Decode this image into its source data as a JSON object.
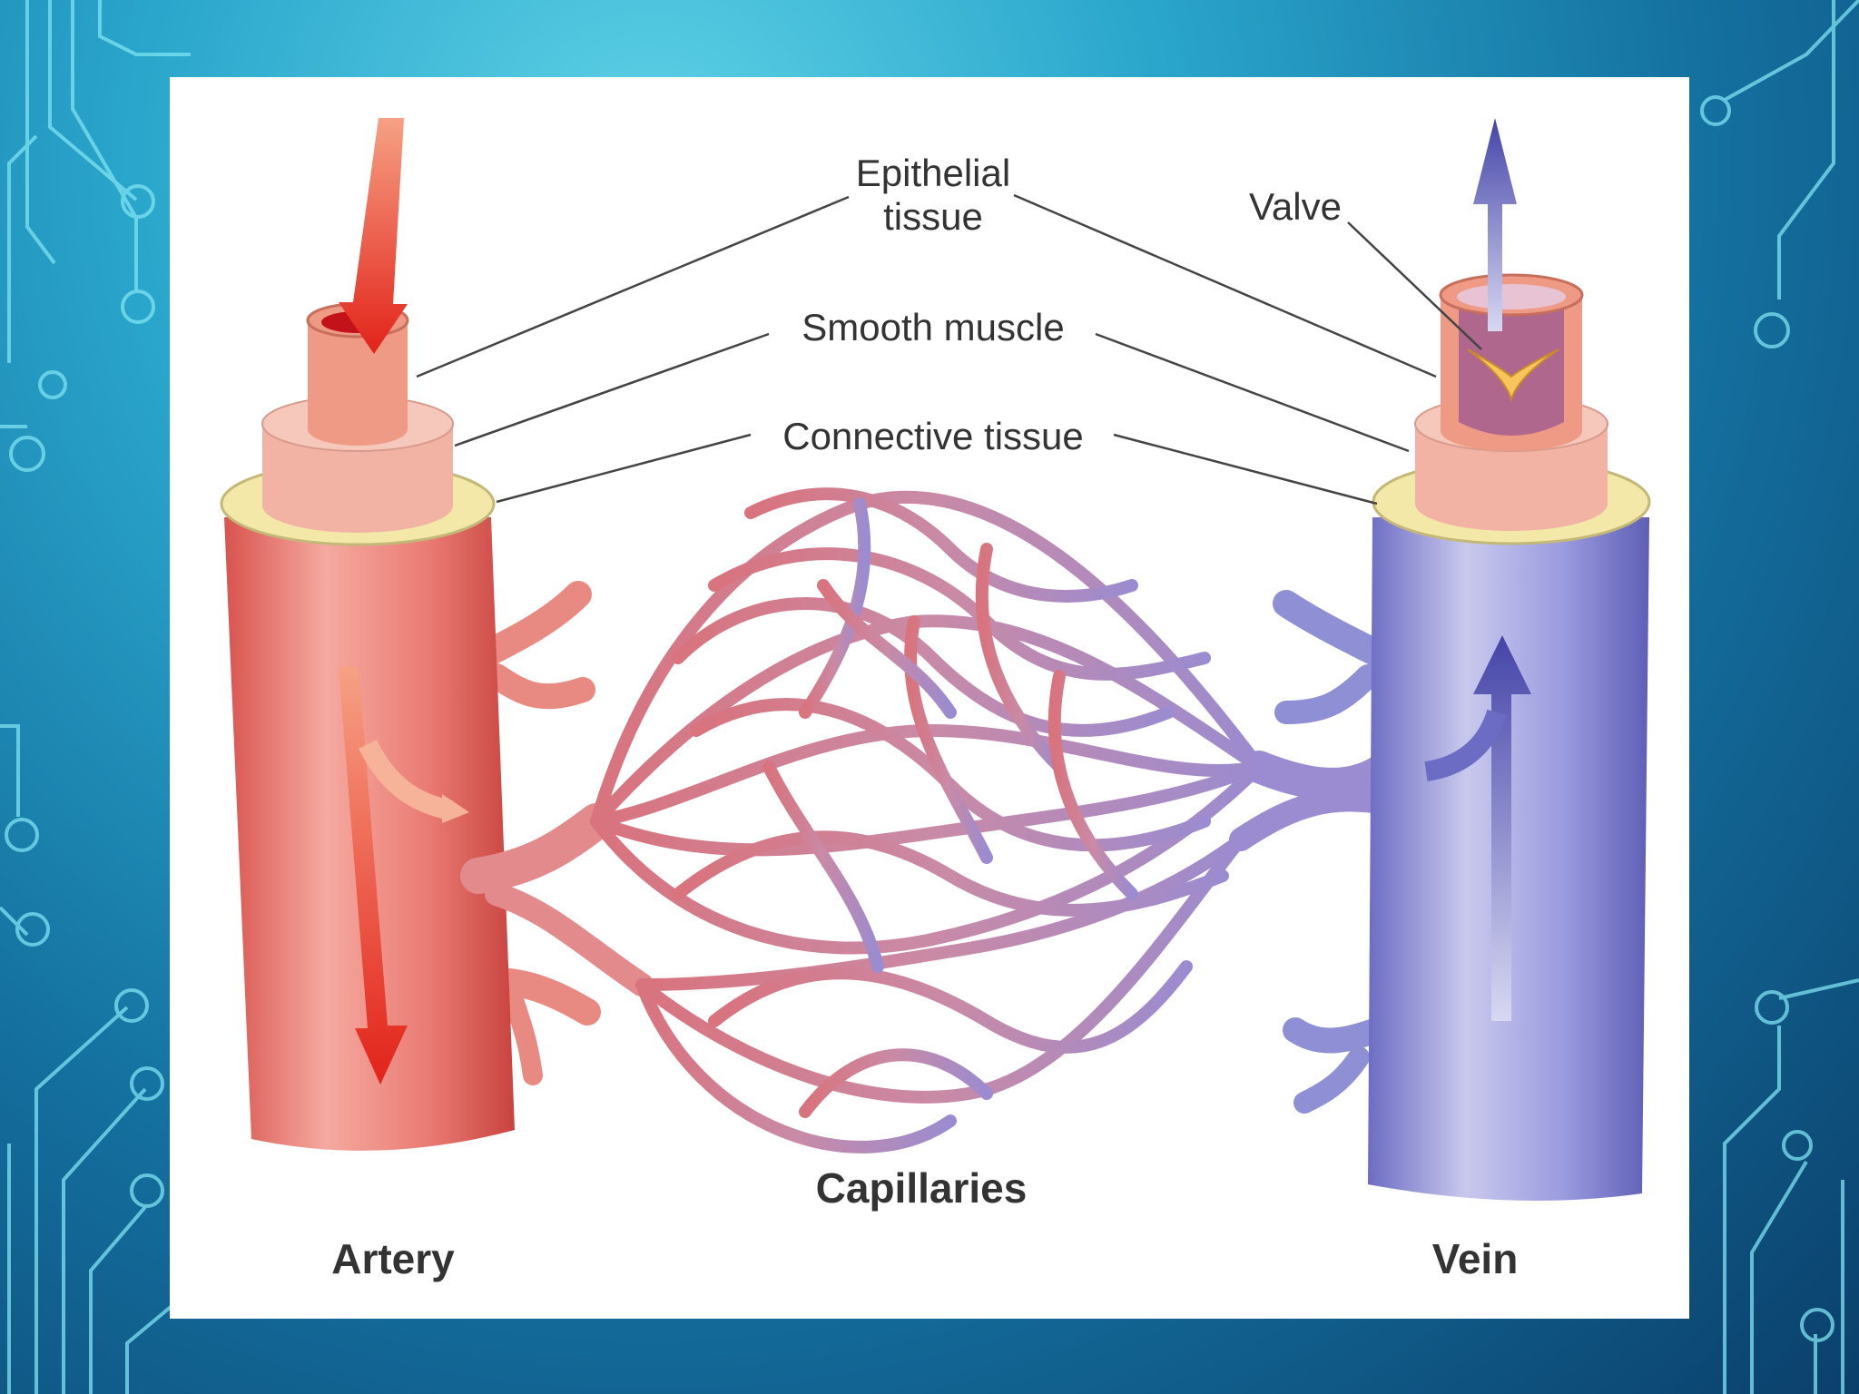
{
  "diagram": {
    "labels": {
      "epithelial_line1": "Epithelial",
      "epithelial_line2": "tissue",
      "smooth_muscle": "Smooth muscle",
      "connective_tissue": "Connective tissue",
      "valve": "Valve",
      "artery": "Artery",
      "capillaries": "Capillaries",
      "vein": "Vein"
    }
  },
  "colors": {
    "artery": "#e8736f",
    "vein": "#8f8fd6",
    "capillaries": "#c98aa6",
    "connective_ring": "#f4e8a8",
    "slide_background": "#1a7fb0"
  }
}
